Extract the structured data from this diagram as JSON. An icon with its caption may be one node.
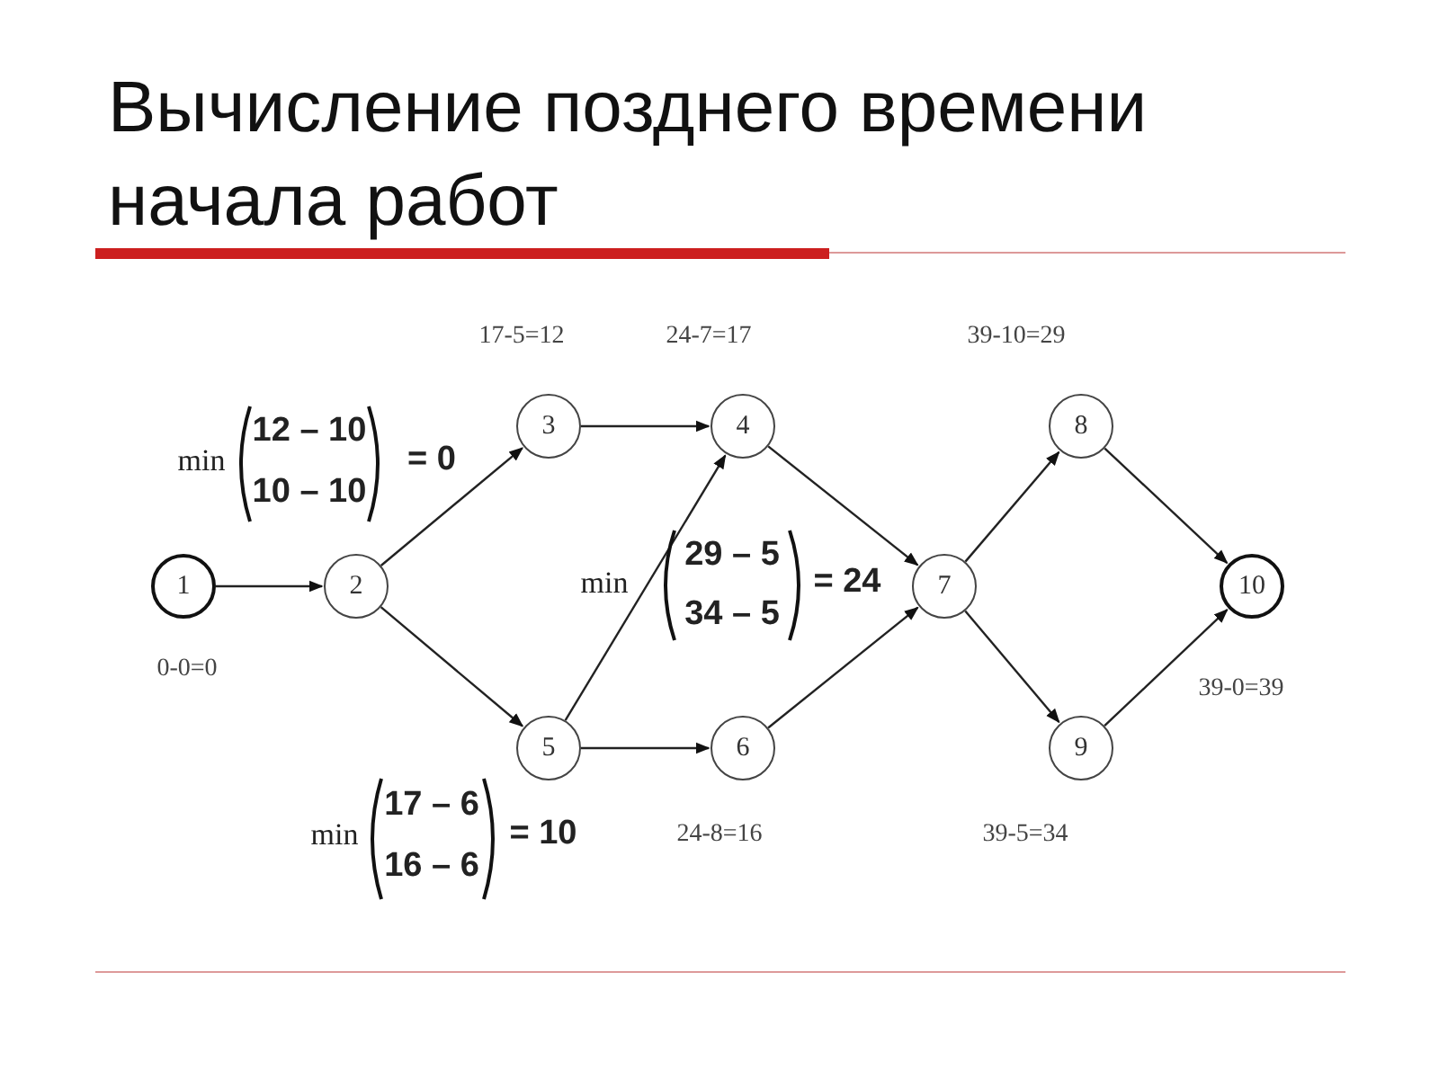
{
  "diagram": {
    "title": "Вычисление позднего времени начала работ",
    "nodes": [
      {
        "text": [
          "1"
        ],
        "beside": [
          "0-0=0"
        ]
      },
      {
        "text": [
          "2"
        ]
      },
      {
        "text": [
          "3"
        ],
        "beside": [
          "17-5=12"
        ]
      },
      {
        "text": [
          "4"
        ],
        "beside": [
          "24-7=17"
        ]
      },
      {
        "text": [
          "5"
        ]
      },
      {
        "text": [
          "6"
        ],
        "beside": [
          "24-8=16"
        ]
      },
      {
        "text": [
          "7"
        ]
      },
      {
        "text": [
          "8"
        ],
        "beside": [
          "39-10=29"
        ]
      },
      {
        "text": [
          "9"
        ],
        "beside": [
          "39-5=34"
        ]
      },
      {
        "text": [
          "10"
        ],
        "beside": [
          "39-0=39"
        ]
      }
    ],
    "edges": [
      {
        "from": 0,
        "to": 1,
        "arrow": "to"
      },
      {
        "from": 1,
        "to": 2,
        "arrow": "to"
      },
      {
        "from": 1,
        "to": 4,
        "arrow": "to"
      },
      {
        "from": 2,
        "to": 3,
        "arrow": "to"
      },
      {
        "from": 4,
        "to": 3,
        "arrow": "to"
      },
      {
        "from": 4,
        "to": 5,
        "arrow": "to"
      },
      {
        "from": 3,
        "to": 6,
        "arrow": "to"
      },
      {
        "from": 5,
        "to": 6,
        "arrow": "to"
      },
      {
        "from": 6,
        "to": 7,
        "arrow": "to"
      },
      {
        "from": 6,
        "to": 8,
        "arrow": "to"
      },
      {
        "from": 7,
        "to": 9,
        "arrow": "to"
      },
      {
        "from": 8,
        "to": 9,
        "arrow": "to"
      }
    ],
    "labels": [
      "min",
      "12 – 10",
      "10 – 10",
      "= 0",
      "min",
      "29 – 5",
      "34 – 5",
      "= 24",
      "min",
      "17 – 6",
      "16 – 6",
      "= 10"
    ]
  }
}
